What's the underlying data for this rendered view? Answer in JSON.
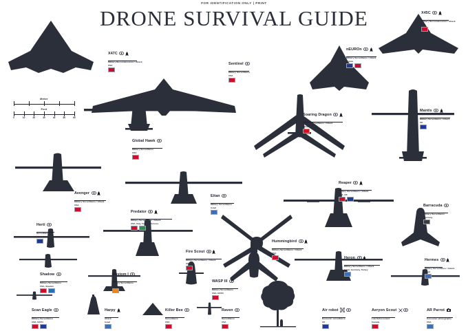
{
  "poster": {
    "tagline": "FOR IDENTIFICATION ONLY | PRINT",
    "title": "DRONE SURVIVAL GUIDE",
    "background_color": "#ffffff",
    "silhouette_color": "#2b2f3a",
    "ink_color": "#1d2029"
  },
  "scale": {
    "meter_label": "Meter",
    "feet_label": "Feet",
    "meter_ticks": [
      "0",
      "5",
      "10",
      "15",
      "20"
    ],
    "feet_ticks": [
      "0",
      "10",
      "20",
      "30",
      "40",
      "50",
      "60"
    ]
  },
  "tree": {
    "name": "tree-scale-reference"
  },
  "icon_legend": {
    "surveillance": "eye-icon",
    "armed": "missile-icon",
    "camera": "camera-icon",
    "quadcopter": "quadcopter-icon",
    "propeller": "propeller-icon"
  },
  "drones": [
    {
      "id": "x47c",
      "name": "X47C",
      "role": "Military Reconnaissance / Attack",
      "country": "USA",
      "icons": [
        "surveillance",
        "armed"
      ],
      "flags": [
        "#c8102e"
      ]
    },
    {
      "id": "x45c",
      "name": "X45C",
      "role": "Military Reconnaissance / Attack",
      "country": "USA",
      "icons": [
        "surveillance",
        "armed"
      ],
      "flags": [
        "#c8102e"
      ]
    },
    {
      "id": "sentinel",
      "name": "Sentinel",
      "role": "Military Surveillance",
      "country": "USA",
      "icons": [
        "surveillance"
      ],
      "flags": [
        "#c8102e"
      ]
    },
    {
      "id": "neuron",
      "name": "nEUROn",
      "role": "Military Surveillance / Attack",
      "country": "France",
      "icons": [
        "surveillance",
        "armed"
      ],
      "flags": [
        "#1f3a93",
        "#c8102e"
      ]
    },
    {
      "id": "global-hawk",
      "name": "Global Hawk",
      "role": "Military Surveillance",
      "country": "USA",
      "icons": [
        "surveillance"
      ],
      "flags": [
        "#c8102e"
      ]
    },
    {
      "id": "soaring-dragon",
      "name": "Soaring Dragon",
      "role": "Military Surveillance / Attack",
      "country": "China",
      "icons": [
        "surveillance",
        "armed"
      ],
      "flags": [
        "#d7141a"
      ]
    },
    {
      "id": "mantis",
      "name": "Mantis",
      "role": "Military Surveillance / Attack",
      "country": "UK",
      "icons": [
        "surveillance",
        "armed"
      ],
      "flags": [
        "#1f3a93"
      ]
    },
    {
      "id": "avenger",
      "name": "Avenger",
      "role": "Military Surveillance / Attack",
      "country": "USA",
      "icons": [
        "surveillance",
        "armed"
      ],
      "flags": [
        "#c8102e"
      ]
    },
    {
      "id": "eitan",
      "name": "Eitan",
      "role": "Military Surveillance",
      "country": "Israel",
      "icons": [
        "surveillance"
      ],
      "flags": [
        "#3b6fb6"
      ]
    },
    {
      "id": "reaper",
      "name": "Reaper",
      "role": "Military Surveillance / Attack",
      "country": "USA, UK",
      "icons": [
        "surveillance",
        "armed"
      ],
      "flags": [
        "#c8102e",
        "#1f3a93"
      ]
    },
    {
      "id": "barracuda",
      "name": "Barracuda",
      "role": "Military Surveillance",
      "country": "Germany",
      "icons": [
        "surveillance"
      ],
      "flags": [
        "#3d3d3d"
      ]
    },
    {
      "id": "herti",
      "name": "Herti",
      "role": "Surveillance",
      "country": "UK",
      "icons": [
        "surveillance"
      ],
      "flags": [
        "#1f3a93"
      ]
    },
    {
      "id": "predator",
      "name": "Predator",
      "role": "Military Surveillance / Attack",
      "country": "USA, Italy, Turkey, Morocco",
      "icons": [
        "surveillance",
        "armed"
      ],
      "flags": [
        "#c8102e",
        "#2a8f4a"
      ]
    },
    {
      "id": "hummingbird",
      "name": "Hummingbird",
      "role": "Military Surveillance / Attack",
      "country": "USA",
      "icons": [
        "surveillance",
        "armed"
      ],
      "flags": [
        "#c8102e"
      ]
    },
    {
      "id": "heron",
      "name": "Heron",
      "role": "Military Surveillance / Attack",
      "country": "Israel, Germany, Turkey",
      "icons": [
        "surveillance",
        "armed"
      ],
      "flags": [
        "#3b6fb6"
      ]
    },
    {
      "id": "hermes",
      "name": "Hermes",
      "role": "Military Surveillance / Attack",
      "country": "Israel",
      "icons": [
        "surveillance",
        "armed"
      ],
      "flags": [
        "#3b6fb6"
      ]
    },
    {
      "id": "fire-scout",
      "name": "Fire Scout",
      "role": "Military Surveillance / Attack",
      "country": "USA",
      "icons": [
        "surveillance",
        "armed"
      ],
      "flags": [
        "#c8102e"
      ]
    },
    {
      "id": "shadow",
      "name": "Shadow",
      "role": "Military Surveillance",
      "country": "USA, Sweden",
      "icons": [
        "surveillance"
      ],
      "flags": [
        "#c8102e",
        "#2a6fb6"
      ]
    },
    {
      "id": "rustom-1",
      "name": "Rustom I",
      "role": "Military Surveillance",
      "country": "India",
      "icons": [
        "surveillance"
      ],
      "flags": [
        "#e8861e"
      ]
    },
    {
      "id": "wasp-iii",
      "name": "WASP III",
      "role": "Military Surveillance",
      "country": "USA, NATO",
      "icons": [
        "surveillance"
      ],
      "flags": [
        "#c8102e"
      ]
    },
    {
      "id": "scan-eagle",
      "name": "Scan Eagle",
      "role": "Military Surveillance",
      "country": "USA, NATO",
      "icons": [
        "surveillance"
      ],
      "flags": [
        "#c8102e",
        "#1f3a93"
      ]
    },
    {
      "id": "harpy",
      "name": "Harpy",
      "role": "Attack",
      "country": "Israel",
      "icons": [
        "armed"
      ],
      "flags": [
        "#3b6fb6"
      ]
    },
    {
      "id": "killer-bee",
      "name": "Killer Bee",
      "role": "Surveillance",
      "country": "USA",
      "icons": [
        "surveillance"
      ],
      "flags": [
        "#c8102e"
      ]
    },
    {
      "id": "raven",
      "name": "Raven",
      "role": "Surveillance",
      "country": "USA",
      "icons": [
        "surveillance"
      ],
      "flags": [
        "#c8102e"
      ]
    },
    {
      "id": "air-robot",
      "name": "Air robot",
      "role": "Domestic surveillance",
      "country": "UK",
      "icons": [
        "quadcopter",
        "surveillance"
      ],
      "flags": [
        "#1f3a93"
      ]
    },
    {
      "id": "aeryon-scout",
      "name": "Aeryon Scout",
      "role": "Law Enforcement",
      "country": "Canada",
      "icons": [
        "propeller",
        "surveillance"
      ],
      "flags": [
        "#c8102e"
      ]
    },
    {
      "id": "ar-parrot",
      "name": "AR Parrot",
      "role": "Consumer photography",
      "country": "USA",
      "icons": [
        "camera"
      ],
      "flags": [
        "#3d6fb6"
      ]
    }
  ]
}
